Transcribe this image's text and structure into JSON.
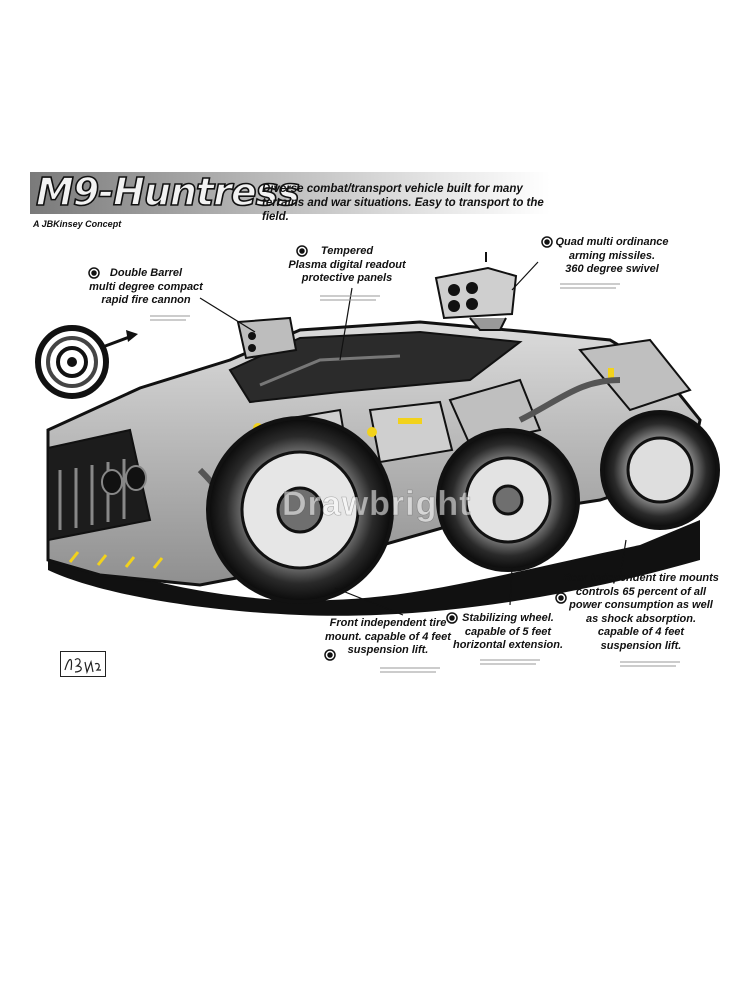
{
  "title": "M9-Huntress",
  "subtitle": "Diverse combat/transport vehicle built for many terrains and war situations.  Easy to transport to the field.",
  "credit": "A JBKinsey Concept",
  "watermark": "Drawbright",
  "callouts": {
    "cannon": "Double Barrel\nmulti degree compact\nrapid fire cannon",
    "panels": "Tempered\nPlasma digital readout\nprotective panels",
    "missiles": "Quad multi ordinance\narming missiles.\n360 degree swivel",
    "front_tire": "Front independent tire\nmount.  capable of 4 feet\nsuspension lift.",
    "stabilizer": "Stabilizing wheel.\ncapable of 5 feet\nhorizontal extension.",
    "rear_tire": "Rear independent tire mounts\ncontrols 65 percent of all\npower consumption as well\nas shock absorption.\ncapable of 4 feet\nsuspension lift."
  },
  "colors": {
    "accent": "#f2d21c",
    "ink": "#111111",
    "metal": "#a9a9a9"
  }
}
